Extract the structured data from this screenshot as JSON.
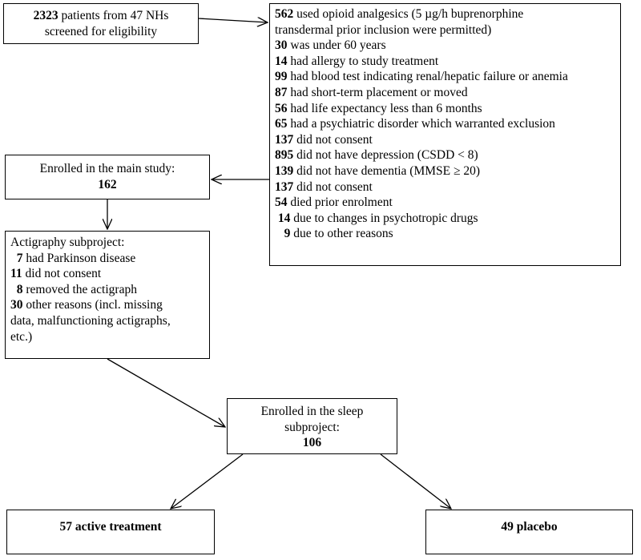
{
  "screened": {
    "count": "2323",
    "text": " patients from 47 NHs",
    "line2": "screened for eligibility"
  },
  "exclusions": [
    {
      "count": "562",
      "text": " used opioid analgesics (5 µg/h buprenorphine"
    },
    {
      "count": "",
      "text": "transdermal prior inclusion were permitted)"
    },
    {
      "count": "30",
      "text": " was under 60 years"
    },
    {
      "count": "14",
      "text": " had allergy to study treatment"
    },
    {
      "count": "99",
      "text": " had blood test indicating renal/hepatic failure or anemia"
    },
    {
      "count": "87",
      "text": " had short-term placement or moved"
    },
    {
      "count": "56",
      "text": " had life expectancy less than 6 months"
    },
    {
      "count": "65",
      "text": " had a psychiatric disorder which warranted exclusion"
    },
    {
      "count": "137",
      "text": " did not consent"
    },
    {
      "count": "895",
      "text": " did not have depression (CSDD < 8)"
    },
    {
      "count": "139",
      "text": " did not have dementia (MMSE ≥ 20)"
    },
    {
      "count": "137",
      "text": " did not consent"
    },
    {
      "count": "54",
      "text": " died prior enrolment"
    },
    {
      "count": " 14",
      "text": " due to changes in psychotropic drugs"
    },
    {
      "count": "   9",
      "text": " due to other reasons"
    }
  ],
  "enrolled_main": {
    "label": "Enrolled in the main study:",
    "count": "162"
  },
  "actigraphy": {
    "title": "Actigraphy subproject:",
    "items": [
      {
        "count": "  7",
        "text": " had Parkinson disease"
      },
      {
        "count": "11",
        "text": " did not consent"
      },
      {
        "count": "  8",
        "text": " removed the actigraph"
      },
      {
        "count": "30",
        "text": " other reasons (incl. missing"
      },
      {
        "count": "",
        "text": "data, malfunctioning actigraphs,"
      },
      {
        "count": "",
        "text": "etc.)"
      }
    ]
  },
  "sleep": {
    "line1": "Enrolled in the sleep",
    "line2": "subproject:",
    "count": "106"
  },
  "active": {
    "label": "57 active treatment"
  },
  "placebo": {
    "label": "49 placebo"
  }
}
